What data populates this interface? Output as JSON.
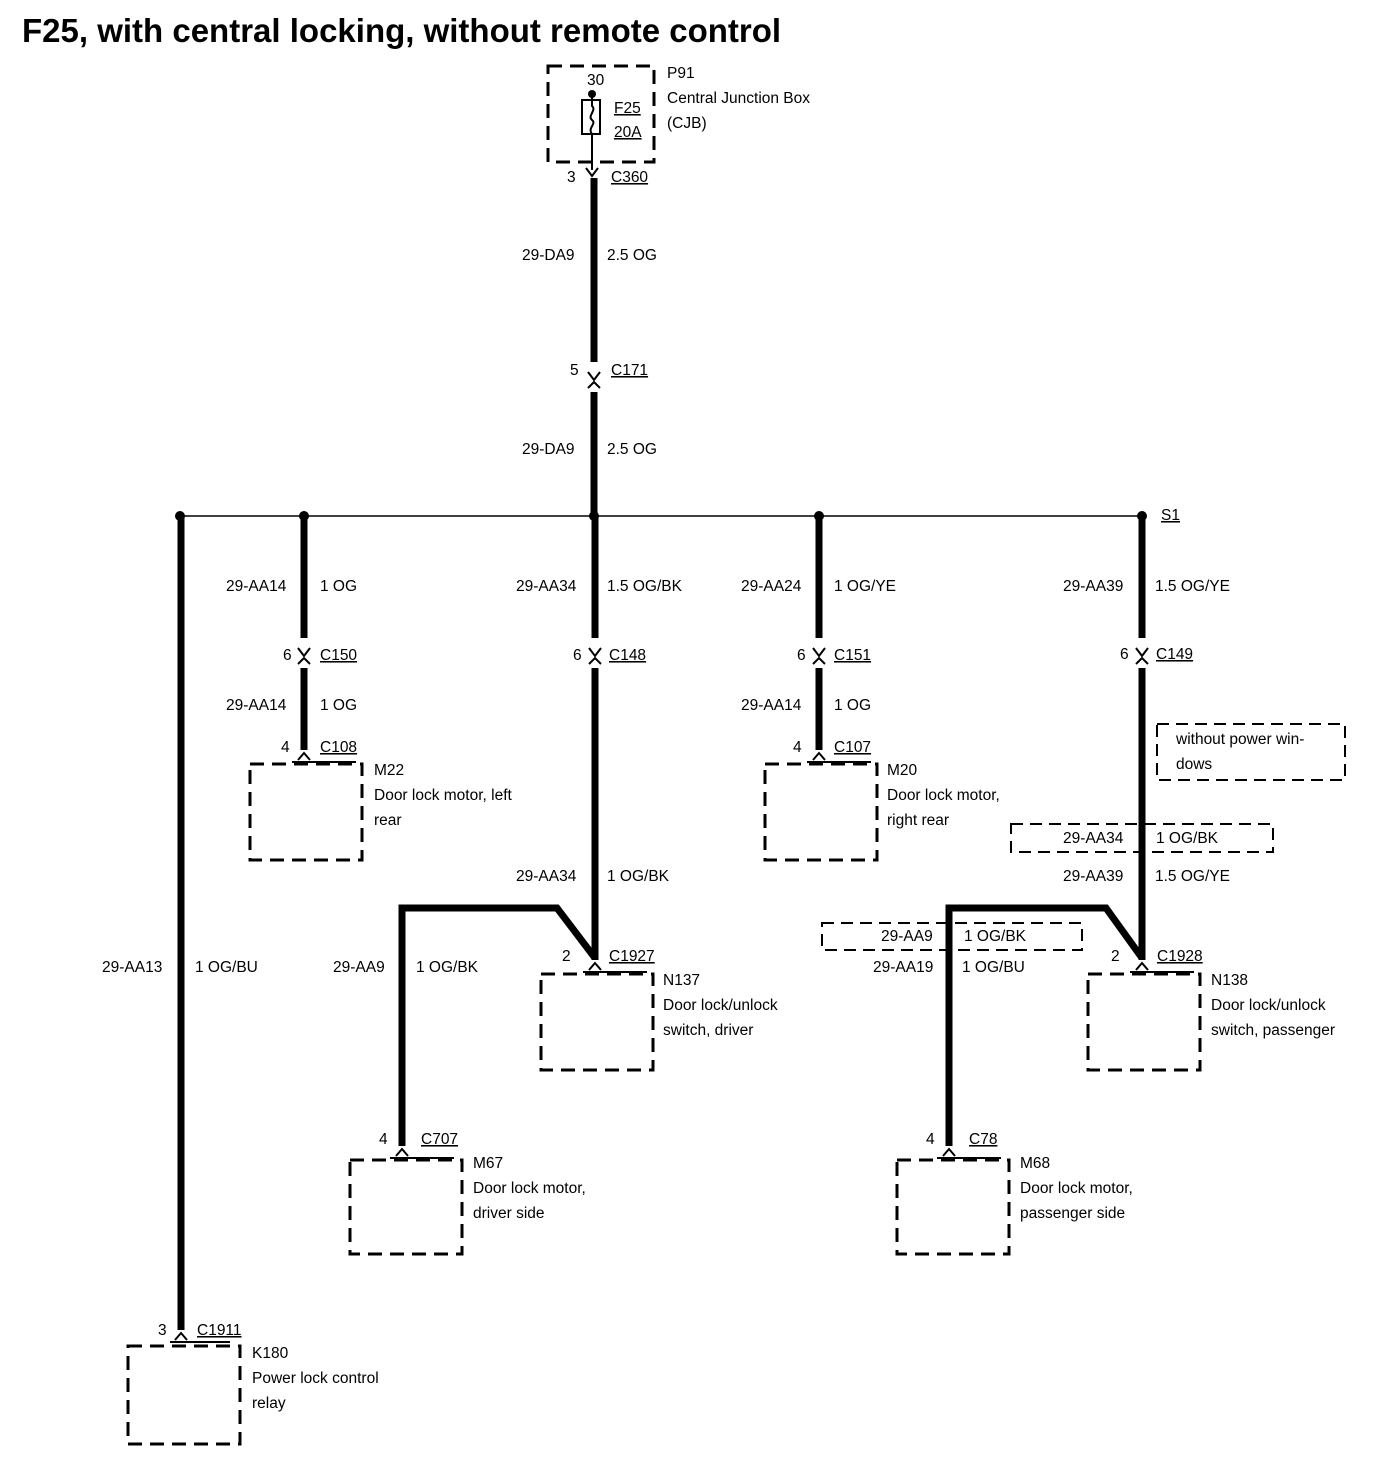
{
  "title": "F25, with central locking, without remote control",
  "fuse_box": {
    "pin": "30",
    "fuse": "F25",
    "rating": "20A",
    "id": "P91",
    "name_line1": "Central Junction Box",
    "name_line2": "(CJB)"
  },
  "main_feed": {
    "c360_pin": "3",
    "c360": "C360",
    "wire1_code": "29-DA9",
    "wire1_spec": "2.5 OG",
    "c171_pin": "5",
    "c171": "C171",
    "wire2_code": "29-DA9",
    "wire2_spec": "2.5 OG"
  },
  "splice": "S1",
  "branch_left_rear": {
    "wire1_code": "29-AA14",
    "wire1_spec": "1 OG",
    "conn_pin": "6",
    "conn": "C150",
    "wire2_code": "29-AA14",
    "wire2_spec": "1 OG",
    "comp_pin": "4",
    "comp_conn": "C108",
    "comp_id": "M22",
    "comp_line1": "Door lock motor, left",
    "comp_line2": "rear"
  },
  "branch_driver": {
    "wire1_code": "29-AA34",
    "wire1_spec": "1.5 OG/BK",
    "conn_pin": "6",
    "conn": "C148",
    "wire2_code": "29-AA34",
    "wire2_spec": "1 OG/BK",
    "switch_pin": "2",
    "switch_conn": "C1927",
    "switch_id": "N137",
    "switch_line1": "Door lock/unlock",
    "switch_line2": "switch, driver",
    "motor_wire_code": "29-AA9",
    "motor_wire_spec": "1 OG/BK",
    "motor_pin": "4",
    "motor_conn": "C707",
    "motor_id": "M67",
    "motor_line1": "Door lock motor,",
    "motor_line2": "driver side"
  },
  "branch_right_rear": {
    "wire1_code": "29-AA24",
    "wire1_spec": "1 OG/YE",
    "conn_pin": "6",
    "conn": "C151",
    "wire2_code": "29-AA14",
    "wire2_spec": "1 OG",
    "comp_pin": "4",
    "comp_conn": "C107",
    "comp_id": "M20",
    "comp_line1": "Door lock motor,",
    "comp_line2": "right rear"
  },
  "branch_passenger": {
    "wire1_code": "29-AA39",
    "wire1_spec": "1.5 OG/YE",
    "conn_pin": "6",
    "conn": "C149",
    "note_line1": "without power win-",
    "note_line2": "dows",
    "alt_code": "29-AA34",
    "alt_spec": "1 OG/BK",
    "wire2_code": "29-AA39",
    "wire2_spec": "1.5 OG/YE",
    "motor_alt_code": "29-AA9",
    "motor_alt_spec": "1 OG/BK",
    "motor_wire_code": "29-AA19",
    "motor_wire_spec": "1 OG/BU",
    "switch_pin": "2",
    "switch_conn": "C1928",
    "switch_id": "N138",
    "switch_line1": "Door lock/unlock",
    "switch_line2": "switch, passenger",
    "motor_pin": "4",
    "motor_conn": "C78",
    "motor_id": "M68",
    "motor_line1": "Door lock motor,",
    "motor_line2": "passenger side"
  },
  "branch_relay": {
    "wire_code": "29-AA13",
    "wire_spec": "1 OG/BU",
    "comp_pin": "3",
    "comp_conn": "C1911",
    "comp_id": "K180",
    "comp_line1": "Power lock control",
    "comp_line2": "relay"
  }
}
